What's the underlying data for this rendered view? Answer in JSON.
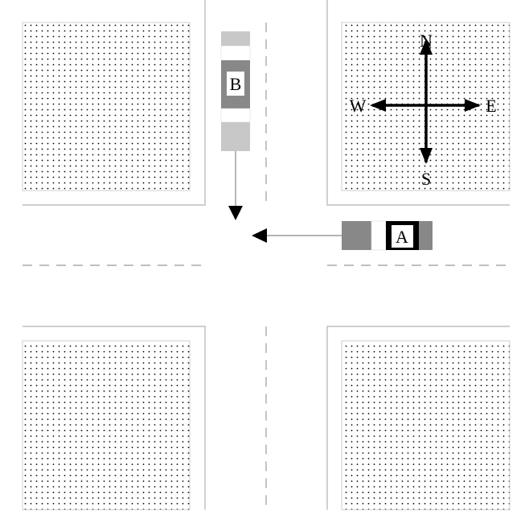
{
  "compass": {
    "north": "N",
    "south": "S",
    "east": "E",
    "west": "W"
  },
  "vehicles": [
    {
      "id": "vehicle-a",
      "label": "A",
      "heading": "W"
    },
    {
      "id": "vehicle-b",
      "label": "B",
      "heading": "S"
    }
  ],
  "colors": {
    "block_dot": "#000000",
    "curb": "#bbbbbb",
    "lane_dash": "#aaaaaa",
    "trajectory": "#888888",
    "car_dark": "#888888",
    "car_light": "#c8c8c8",
    "car_black": "#000000"
  }
}
